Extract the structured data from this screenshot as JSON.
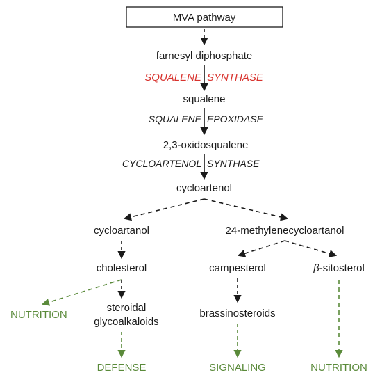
{
  "diagram": {
    "root": "MVA pathway",
    "metabolites": {
      "farnesyl_diphosphate": "farnesyl diphosphate",
      "squalene": "squalene",
      "oxidosqualene": "2,3-oxidosqualene",
      "cycloartenol": "cycloartenol",
      "cycloartanol": "cycloartanol",
      "methylenecycloartanol": "24-methylenecycloartanol",
      "cholesterol": "cholesterol",
      "steroidal_line1": "steroidal",
      "steroidal_line2": "glycoalkaloids",
      "campesterol": "campesterol",
      "sitosterol_prefix": "β",
      "sitosterol_rest": "-sitosterol",
      "brassinosteroids": "brassinosteroids"
    },
    "enzymes": {
      "squalene_synthase_left": "SQUALENE",
      "squalene_synthase_right": "SYNTHASE",
      "squalene_epoxidase_left": "SQUALENE",
      "squalene_epoxidase_right": "EPOXIDASE",
      "cycloartenol_synthase_left": "CYCLOARTENOL",
      "cycloartenol_synthase_right": "SYNTHASE"
    },
    "outcomes": {
      "nutrition_left": "NUTRITION",
      "defense": "DEFENSE",
      "signaling": "SIGNALING",
      "nutrition_right": "NUTRITION"
    },
    "colors": {
      "text": "#1a1a1a",
      "highlight_enzyme": "#d8322d",
      "outcome": "#5a8a3a"
    }
  }
}
